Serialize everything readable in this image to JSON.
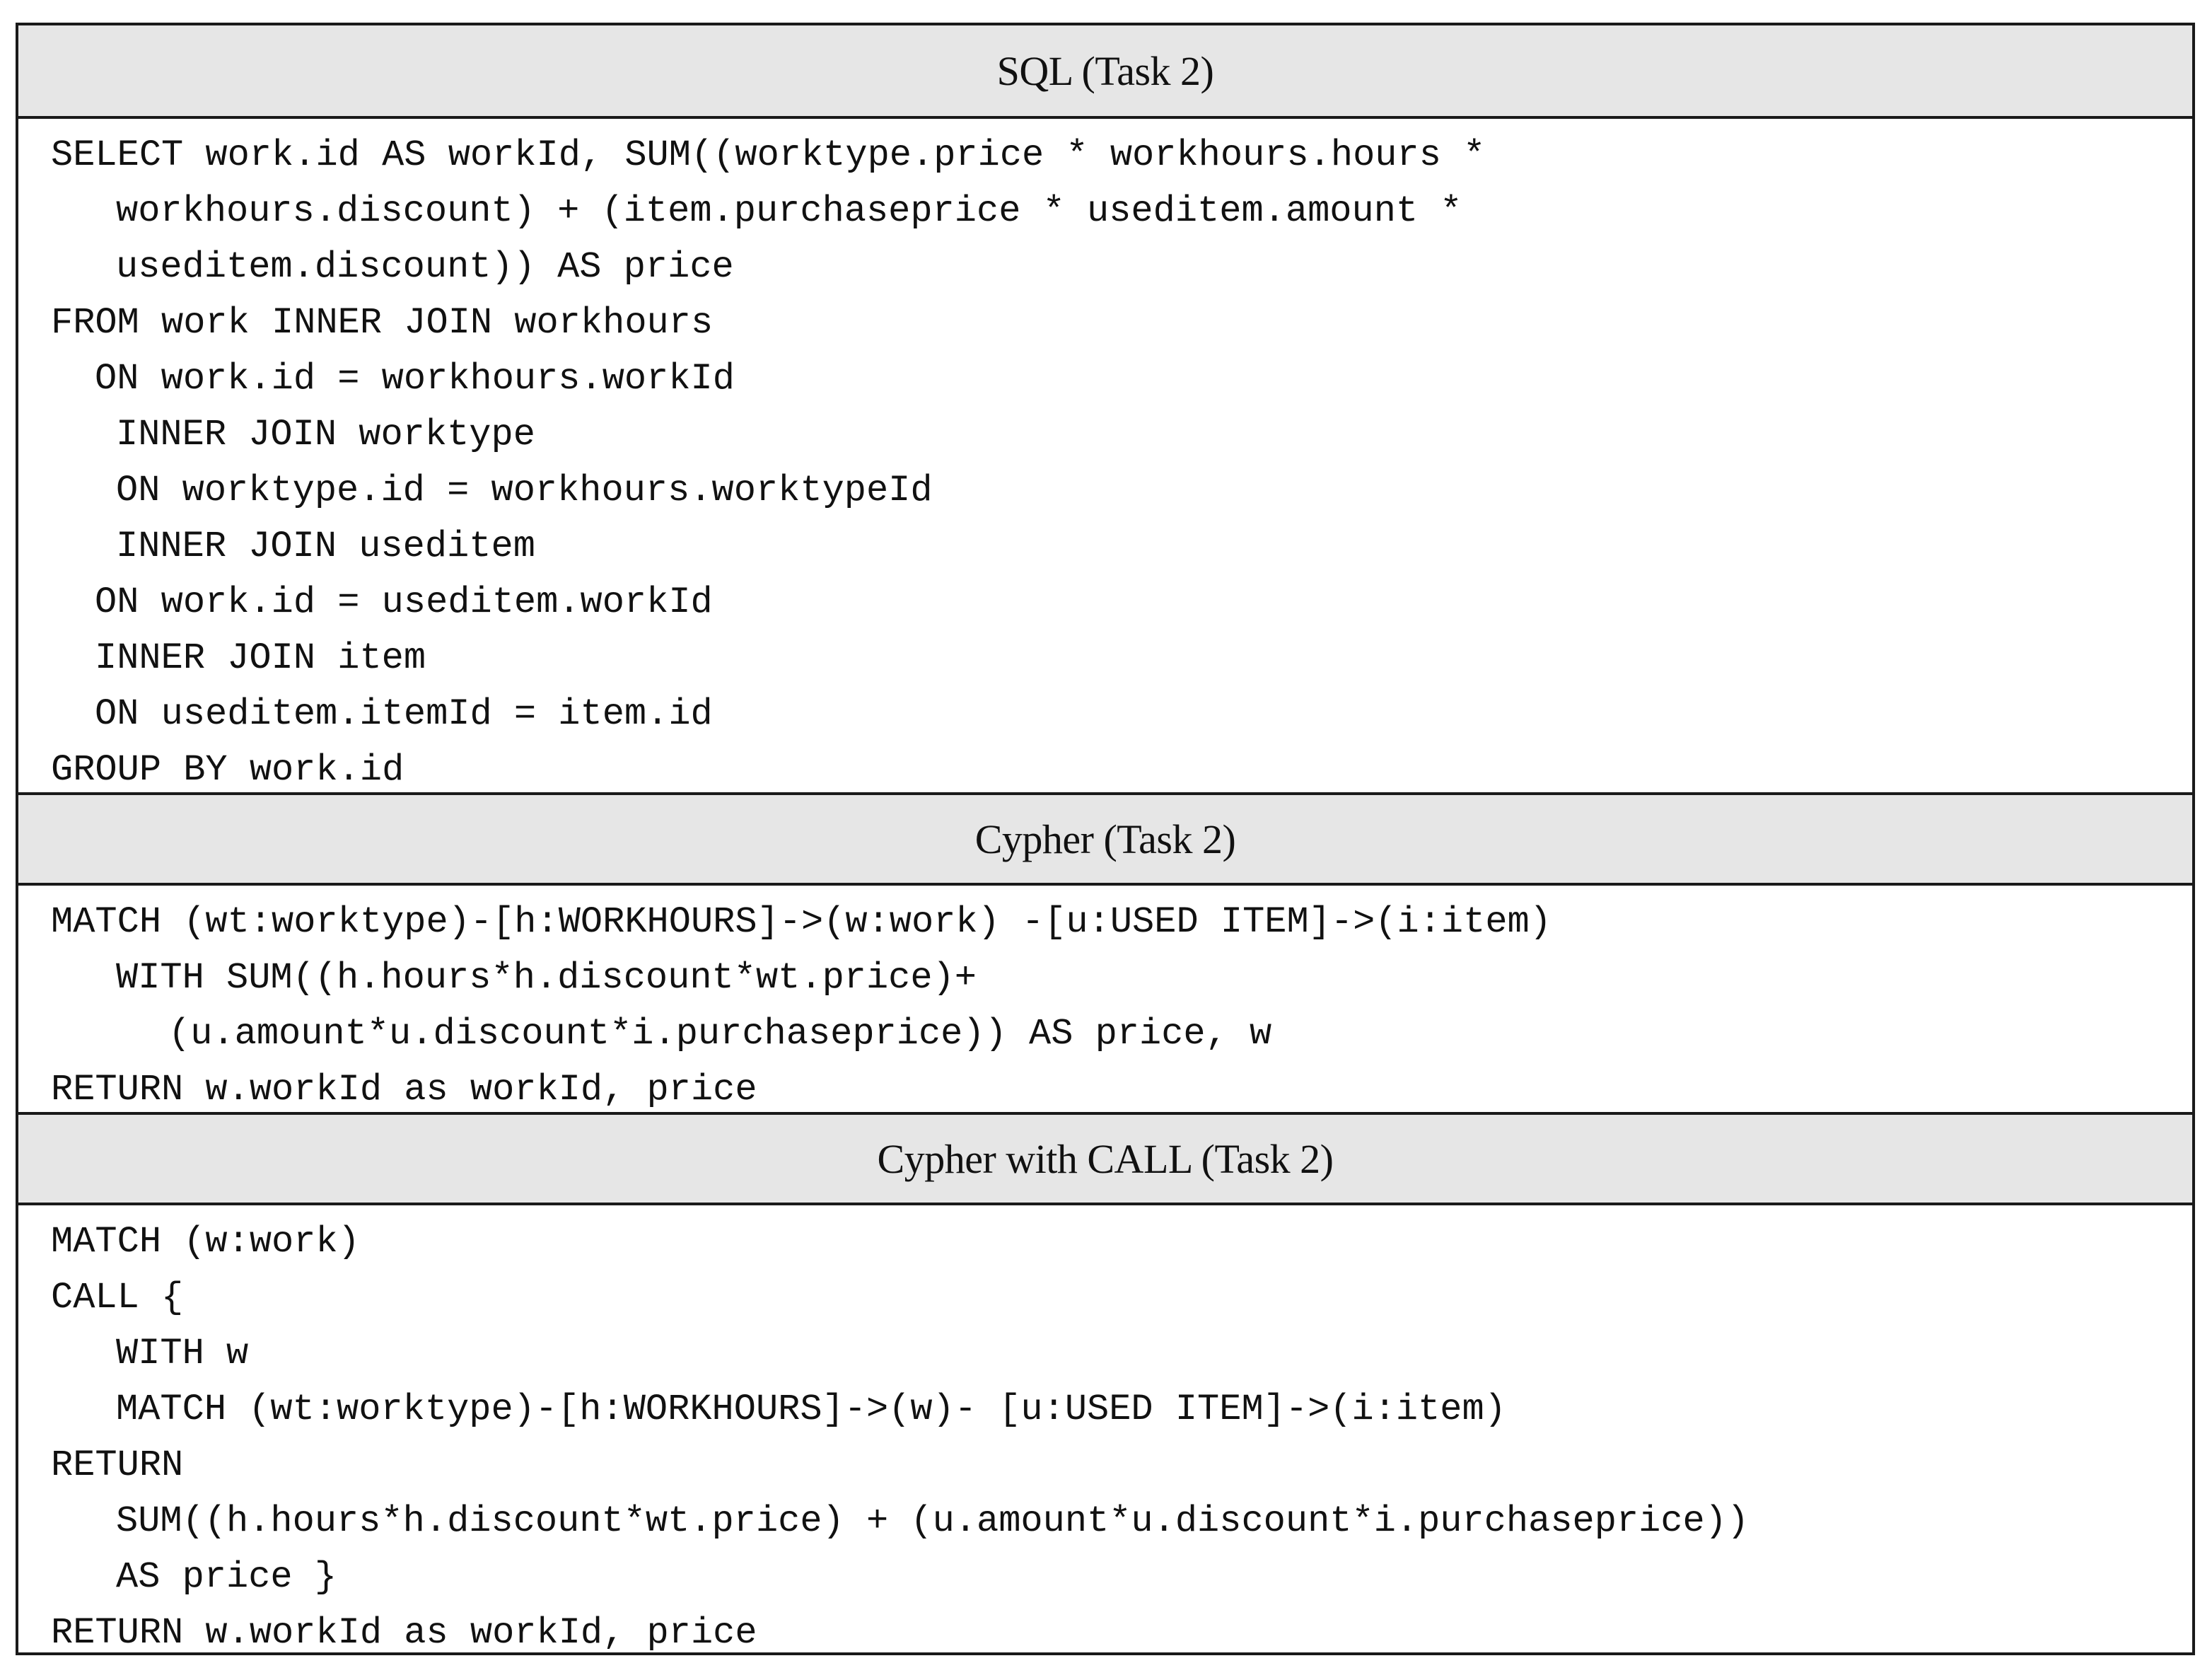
{
  "sections": [
    {
      "header": "SQL (Task 2)",
      "lines": [
        "SELECT work.id AS workId, SUM((worktype.price * workhours.hours *",
        "workhours.discount) + (item.purchaseprice * useditem.amount *",
        "useditem.discount)) AS price",
        "FROM work INNER JOIN workhours",
        "ON work.id = workhours.workId",
        "INNER JOIN worktype",
        "ON worktype.id = workhours.worktypeId",
        "INNER JOIN useditem",
        "ON work.id = useditem.workId",
        "INNER JOIN item",
        "ON useditem.itemId = item.id",
        "GROUP BY work.id"
      ]
    },
    {
      "header": "Cypher (Task 2)",
      "lines": [
        "MATCH (wt:worktype)-[h:WORKHOURS]->(w:work) -[u:USED ITEM]->(i:item)",
        "WITH SUM((h.hours*h.discount*wt.price)+",
        "(u.amount*u.discount*i.purchaseprice)) AS price, w",
        "RETURN w.workId as workId, price"
      ]
    },
    {
      "header": "Cypher with CALL (Task 2)",
      "lines": [
        "MATCH (w:work)",
        "CALL {",
        "WITH w",
        "MATCH (wt:worktype)-[h:WORKHOURS]->(w)- [u:USED ITEM]->(i:item)",
        "RETURN",
        "SUM((h.hours*h.discount*wt.price) + (u.amount*u.discount*i.purchaseprice))",
        "AS price }",
        "RETURN w.workId as workId, price"
      ]
    }
  ]
}
